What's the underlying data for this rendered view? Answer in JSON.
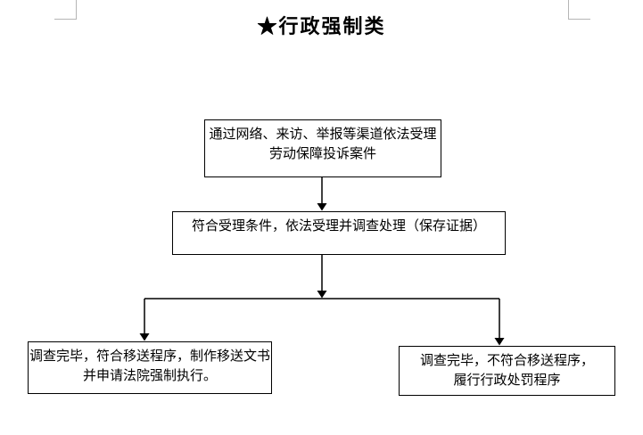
{
  "page": {
    "title": "★行政强制类",
    "background_color": "#ffffff",
    "margin_mark_color": "#b5b5b5",
    "text_color": "#000000"
  },
  "flowchart": {
    "line_color": "#000000",
    "boxes": [
      {
        "name": "complaint-intake",
        "lines": [
          "通过网络、来访、举报等渠道依法受理",
          "劳动保障投诉案件"
        ]
      },
      {
        "name": "accept-and-investigate",
        "lines": [
          "符合受理条件，依法受理并调查处理（保存证据）"
        ]
      },
      {
        "name": "transfer-to-court",
        "lines": [
          "调查完毕，符合移送程序，制作移送文书",
          "并申请法院强制执行。"
        ]
      },
      {
        "name": "administrative-penalty",
        "lines": [
          "调查完毕，不符合移送程序，",
          "履行行政处罚程序"
        ]
      }
    ],
    "connectors": [
      {
        "type": "arrow-down",
        "from": "complaint-intake",
        "to": "accept-and-investigate"
      },
      {
        "type": "arrow-down",
        "from": "accept-and-investigate",
        "to": "branch-line"
      },
      {
        "type": "arrow-down",
        "from": "branch-line",
        "to": "transfer-to-court"
      },
      {
        "type": "arrow-down",
        "from": "branch-line",
        "to": "administrative-penalty"
      }
    ]
  }
}
